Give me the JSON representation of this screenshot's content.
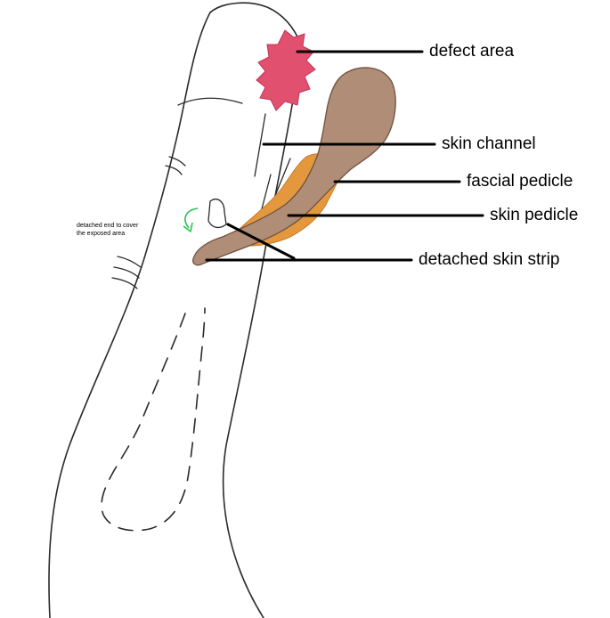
{
  "labels": {
    "defect_area": "defect area",
    "skin_channel": "skin channel",
    "fascial_pedicle": "fascial pedicle",
    "skin_pedicle": "skin pedicle",
    "detached_skin_strip": "detached skin strip"
  },
  "note": {
    "line1": "detached end to cover",
    "line2": "the exposed area"
  },
  "colors": {
    "outline": "#2a2a2a",
    "defect": "#e2506f",
    "skin_flap": "#b08d76",
    "fascia": "#e4983e",
    "arrow": "#27c24f",
    "leader_line": "#000000"
  }
}
